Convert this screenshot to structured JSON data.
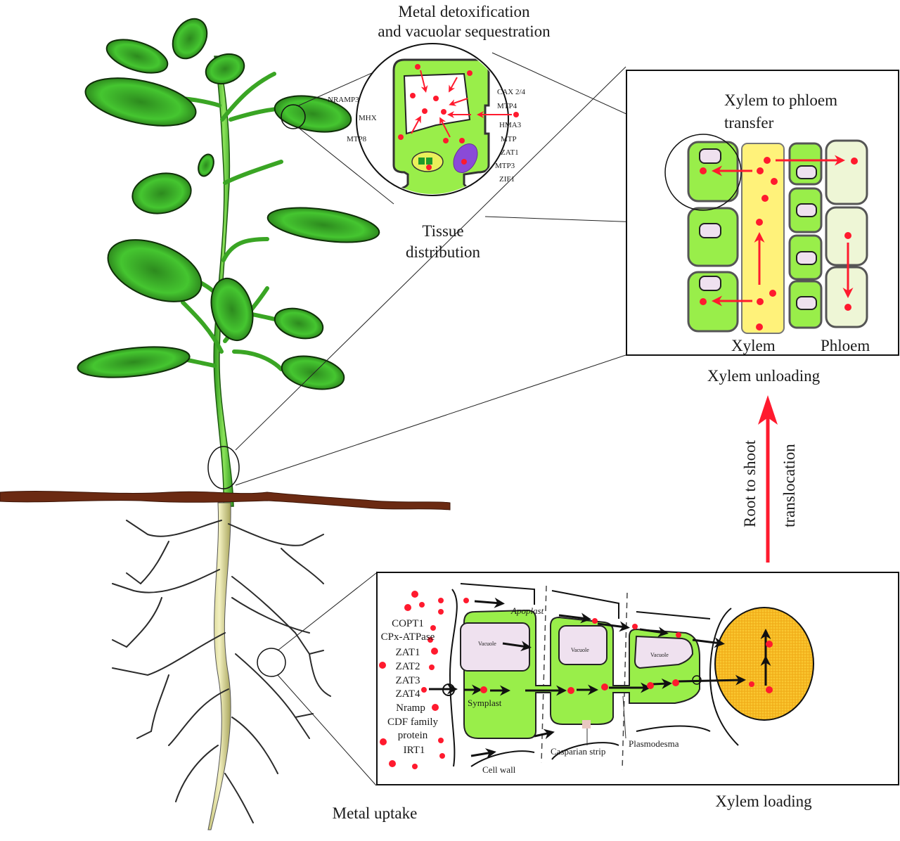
{
  "title_top": {
    "line1": "Metal detoxification",
    "line2": "and vacuolar sequestration"
  },
  "tissue_distribution": {
    "line1": "Tissue",
    "line2": "distribution"
  },
  "leaf_cell_transporters_left": [
    "NRAMP3",
    "MHX",
    "MTP8"
  ],
  "leaf_cell_transporters_right": [
    "CAX 2/4",
    "MTP4",
    "HMA3",
    "MTP",
    "ZAT1",
    "MTP3",
    "ZIF1"
  ],
  "xylem_panel": {
    "transfer_line1": "Xylem to phloem",
    "transfer_line2": "transfer",
    "xylem_label": "Xylem",
    "phloem_label": "Phloem",
    "caption": "Xylem unloading"
  },
  "translocation": {
    "line1": "Root to shoot",
    "line2": "translocation"
  },
  "root_panel": {
    "transporters": [
      "COPT1",
      "CPx-ATPase",
      "ZAT1",
      "ZAT2",
      "ZAT3",
      "ZAT4",
      "Nramp",
      "CDF family",
      "protein",
      "IRT1"
    ],
    "apoplast": "Apoplast",
    "symplast": "Symplast",
    "vacuole": "Vacuole",
    "casparian": "Casparian strip",
    "plasmodesma": "Plasmodesma",
    "cell_wall": "Cell wall",
    "caption": "Xylem loading"
  },
  "metal_uptake": "Metal uptake",
  "colors": {
    "leaf": "#3fbf2a",
    "cell_green": "#99ee4a",
    "vacuole": "#efe1ef",
    "metal_ion": "#ff1a2e",
    "xylem_yellow": "#fff27a",
    "phloem_pale": "#eef6d6",
    "xylem_vessel": "#f3b21f",
    "soil": "#6b2a12"
  }
}
